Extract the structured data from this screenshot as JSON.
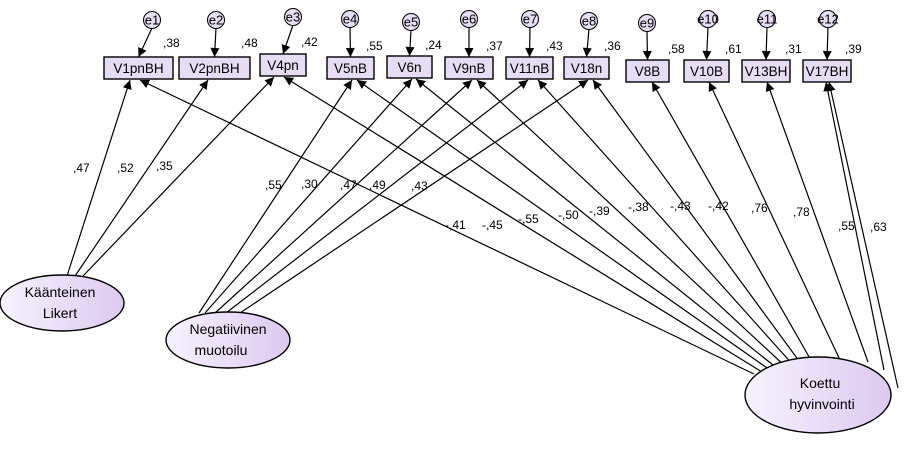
{
  "colors": {
    "box_fill": "#e6dcf3",
    "ellipse_fill_light": "#f7f2ff",
    "ellipse_fill_dark": "#dcc9f0",
    "stroke": "#000000"
  },
  "indicators": [
    {
      "id": "V1pnBH",
      "label": "V1pnBH",
      "error": "e1",
      "r2": ",38"
    },
    {
      "id": "V2pnBH",
      "label": "V2pnBH",
      "error": "e2",
      "r2": ",48"
    },
    {
      "id": "V4pn",
      "label": "V4pn",
      "error": "e3",
      "r2": ",42"
    },
    {
      "id": "V5nB",
      "label": "V5nB",
      "error": "e4",
      "r2": ",55"
    },
    {
      "id": "V6n",
      "label": "V6n",
      "error": "e5",
      "r2": ",24"
    },
    {
      "id": "V9nB",
      "label": "V9nB",
      "error": "e6",
      "r2": ",37"
    },
    {
      "id": "V11nB",
      "label": "V11nB",
      "error": "e7",
      "r2": ",43"
    },
    {
      "id": "V18n",
      "label": "V18n",
      "error": "e8",
      "r2": ",36"
    },
    {
      "id": "V8B",
      "label": "V8B",
      "error": "e9",
      "r2": ",58"
    },
    {
      "id": "V10B",
      "label": "V10B",
      "error": "e10",
      "r2": ",61"
    },
    {
      "id": "V13BH",
      "label": "V13BH",
      "error": "e11",
      "r2": ",31"
    },
    {
      "id": "V17BH",
      "label": "V17BH",
      "error": "e12",
      "r2": ",39"
    }
  ],
  "latents": [
    {
      "id": "kaanteinen",
      "lines": [
        "Käänteinen",
        "Likert"
      ]
    },
    {
      "id": "negatiivinen",
      "lines": [
        "Negatiivinen",
        "muotoilu"
      ]
    },
    {
      "id": "koettu",
      "lines": [
        "Koettu",
        "hyvinvointi"
      ]
    }
  ],
  "paths": [
    {
      "from": "kaanteinen",
      "to": "V1pnBH",
      "label": ",47"
    },
    {
      "from": "kaanteinen",
      "to": "V2pnBH",
      "label": ",52"
    },
    {
      "from": "kaanteinen",
      "to": "V4pn",
      "label": ",35"
    },
    {
      "from": "negatiivinen",
      "to": "V5nB",
      "label": ",55"
    },
    {
      "from": "negatiivinen",
      "to": "V6n",
      "label": ",30"
    },
    {
      "from": "negatiivinen",
      "to": "V9nB",
      "label": ",47"
    },
    {
      "from": "negatiivinen",
      "to": "V11nB",
      "label": ",49"
    },
    {
      "from": "negatiivinen",
      "to": "V18n",
      "label": ",43"
    },
    {
      "from": "koettu",
      "to": "V1pnBH",
      "label": "-,41"
    },
    {
      "from": "koettu",
      "to": "V4pn",
      "label": "-,45"
    },
    {
      "from": "koettu",
      "to": "V5nB",
      "label": "-,55"
    },
    {
      "from": "koettu",
      "to": "V6n",
      "label": "-,50"
    },
    {
      "from": "koettu",
      "to": "V9nB",
      "label": "-,39"
    },
    {
      "from": "koettu",
      "to": "V11nB",
      "label": "-,38"
    },
    {
      "from": "koettu",
      "to": "V18n",
      "label": "-,43"
    },
    {
      "from": "koettu",
      "to": "V8B",
      "label": "-,42"
    },
    {
      "from": "koettu",
      "to": "V10B",
      "label": ",76"
    },
    {
      "from": "koettu",
      "to": "V13BH",
      "label": ",78"
    },
    {
      "from": "koettu",
      "to": "V17BH",
      "label": ",55"
    },
    {
      "from": "koettu",
      "to": "V17BH",
      "label": ",63"
    }
  ]
}
